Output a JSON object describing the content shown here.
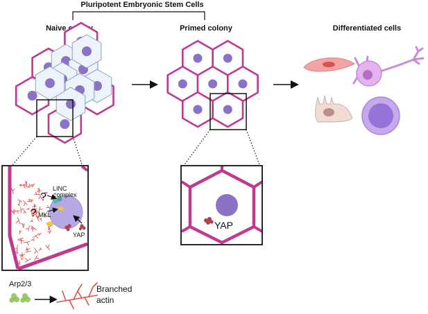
{
  "title": "Pluripotent Embryonic Stem Cells",
  "stages": {
    "naive": "Naive  colony",
    "primed": "Primed colony",
    "differentiated": "Differentiated cells"
  },
  "inset_naive": {
    "linc_line1": "LINC",
    "linc_line2": "complex",
    "mkl": "MKL",
    "yap": "YAP",
    "question": "?"
  },
  "inset_primed": {
    "yap": "YAP"
  },
  "legend": {
    "arp": "Arp2/3",
    "branched_line1": "Branched",
    "branched_line2": "actin"
  },
  "colors": {
    "membrane": "#c0398f",
    "cell_fill": "#ffffff",
    "naive_fill": "#edf3fa",
    "nucleus": "#8a72c8",
    "actin": "#d9534a",
    "yap": "#b33f4a",
    "mkl": "#f0c541",
    "linc": "#5db4a8",
    "arp": "#9ccc65"
  }
}
